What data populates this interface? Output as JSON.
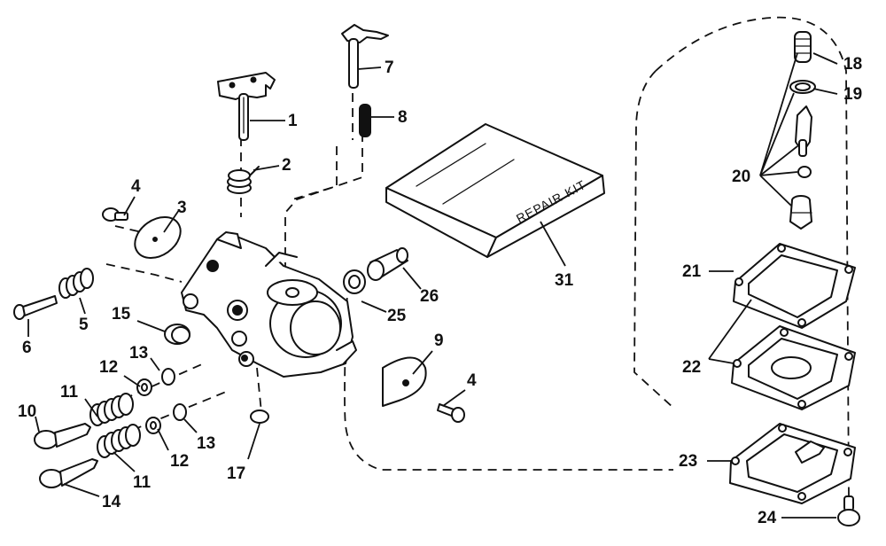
{
  "callouts": {
    "c1": "1",
    "c2": "2",
    "c3": "3",
    "c4a": "4",
    "c4b": "4",
    "c5": "5",
    "c6": "6",
    "c7": "7",
    "c8": "8",
    "c9": "9",
    "c10": "10",
    "c11a": "11",
    "c11b": "11",
    "c12a": "12",
    "c12b": "12",
    "c13a": "13",
    "c13b": "13",
    "c14": "14",
    "c15": "15",
    "c17": "17",
    "c18": "18",
    "c19": "19",
    "c20": "20",
    "c21": "21",
    "c22": "22",
    "c23": "23",
    "c24": "24",
    "c25": "25",
    "c26": "26",
    "c31": "31"
  },
  "repair_kit_label": "REPAIR KIT"
}
